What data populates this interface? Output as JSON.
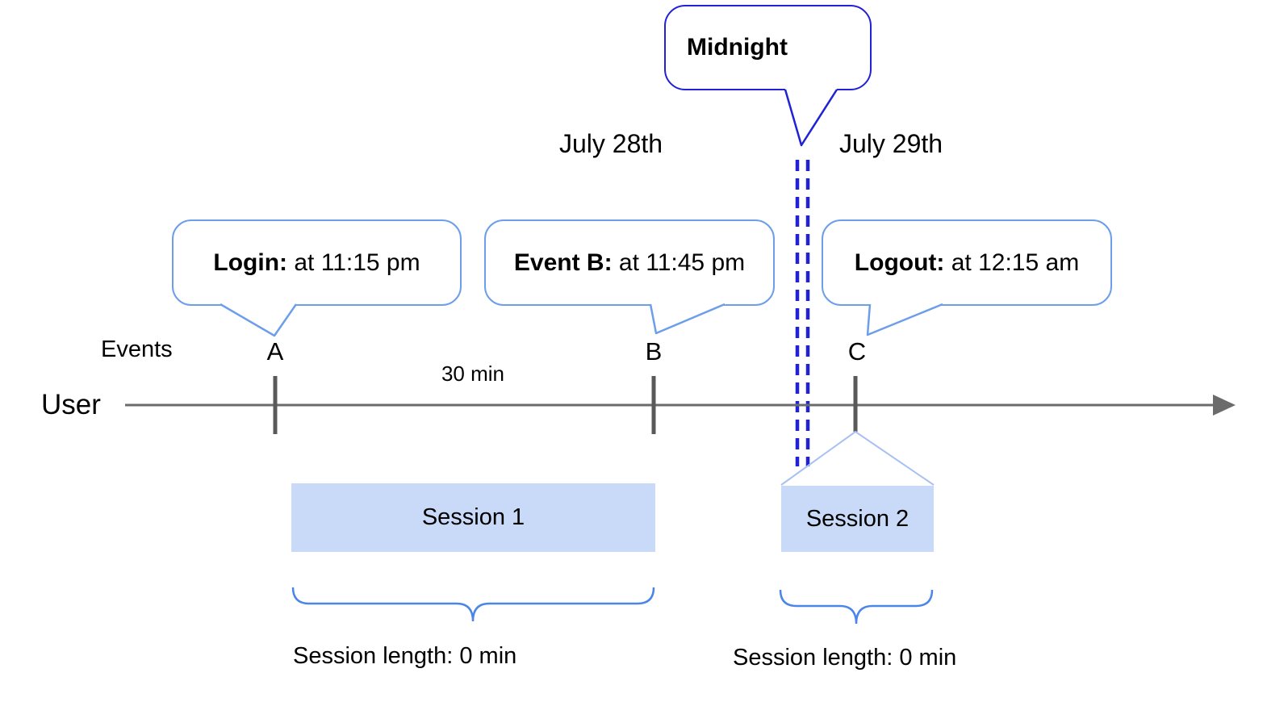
{
  "midnight": {
    "label": "Midnight"
  },
  "dates": {
    "left": "July 28th",
    "right": "July 29th"
  },
  "axis": {
    "events_label": "Events",
    "user_label": "User",
    "interval_label": "30 min"
  },
  "events": [
    {
      "marker": "A",
      "title": "Login:",
      "detail": "at 11:15 pm"
    },
    {
      "marker": "B",
      "title": "Event B:",
      "detail": "at 11:45 pm"
    },
    {
      "marker": "C",
      "title": "Logout:",
      "detail": "at 12:15 am"
    }
  ],
  "sessions": [
    {
      "label": "Session 1",
      "length_label": "Session length: 0 min"
    },
    {
      "label": "Session 2",
      "length_label": "Session length: 0 min"
    }
  ],
  "colors": {
    "midnight_blue": "#2121d6",
    "callout_border_blue": "#6d9eeb",
    "brace_blue": "#4a86e8",
    "session_fill_blue": "#c9daf8",
    "connector_light_blue": "#a7c1f2",
    "axis_gray": "#6b6b6b",
    "tick_gray": "#595959"
  }
}
